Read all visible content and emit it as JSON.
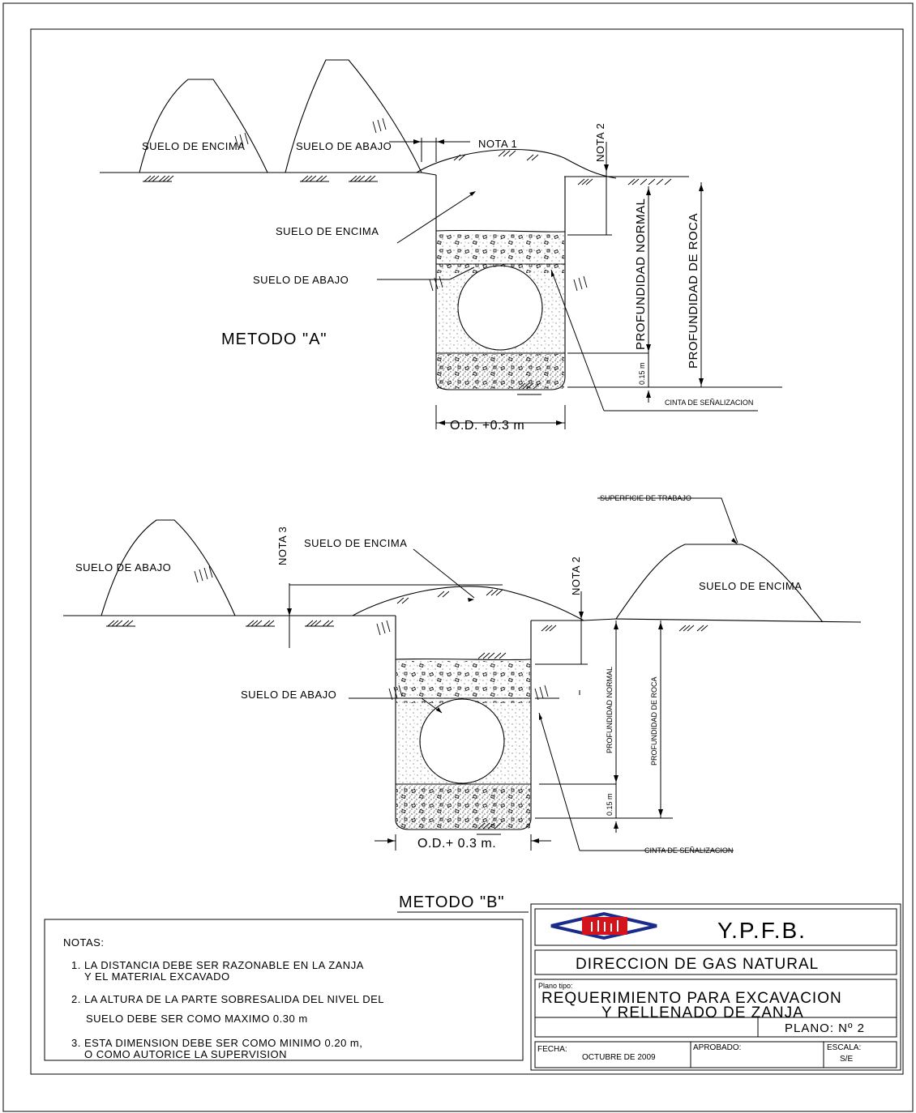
{
  "method_a": {
    "title": "METODO  \"A\"",
    "label_suelo_encima_pile": "SUELO DE ENCIMA",
    "label_suelo_abajo_pile": "SUELO DE ABAJO",
    "nota1": "NOTA 1",
    "nota2": "NOTA 2",
    "label_suelo_encima": "SUELO DE ENCIMA",
    "label_suelo_abajo": "SUELO DE ABAJO",
    "profundidad_normal": "PROFUNDIDAD NORMAL",
    "profundidad_roca": "PROFUNDIDAD DE ROCA",
    "dim_015": "0.15 m",
    "cinta": "CINTA DE SEÑALIZACION",
    "width_dim": "O.D. +0.3 m"
  },
  "method_b": {
    "title": "METODO \"B\"",
    "label_suelo_abajo_pile": "SUELO DE ABAJO",
    "nota3": "NOTA 3",
    "nota2": "NOTA 2",
    "label_suelo_encima": "SUELO DE ENCIMA",
    "superficie": "SUPERFICIE DE TRABAJO",
    "label_suelo_encima_pile": "SUELO DE ENCIMA",
    "label_suelo_abajo": "SUELO DE ABAJO",
    "profundidad_normal": "PROFUNDIDAD NORMAL",
    "profundidad_roca": "PROFUNDIDAD DE ROCA",
    "dim_015": "0.15 m",
    "cinta": "CINTA DE SEÑALIZACION",
    "width_dim": "O.D.+ 0.3 m."
  },
  "notes": {
    "heading": "NOTAS:",
    "n1_line1": "1. LA DISTANCIA DEBE SER RAZONABLE EN LA ZANJA",
    "n1_line2": "Y EL MATERIAL EXCAVADO",
    "n2_line1": "2. LA ALTURA DE LA PARTE  SOBRESALIDA DEL NIVEL DEL",
    "n2_line2": "SUELO DEBE SER COMO MAXIMO 0.30 m",
    "n3_line1": "3. ESTA DIMENSION DEBE SER COMO MINIMO 0.20 m,",
    "n3_line2": "O COMO AUTORICE LA SUPERVISION"
  },
  "title_block": {
    "company": "Y.P.F.B.",
    "department": "DIRECCION DE GAS NATURAL",
    "plan_type_label": "Plano tipo:",
    "plan_title_line1": "REQUERIMIENTO PARA EXCAVACION",
    "plan_title_line2": "Y RELLENADO DE ZANJA",
    "plan_number": "PLANO: Nº 2",
    "fecha_label": "FECHA:",
    "fecha_value": "OCTUBRE DE 2009",
    "aprobado_label": "APROBADO:",
    "escala_label": "ESCALA:",
    "escala_value": "S/E"
  },
  "colors": {
    "logo_blue": "#1a2b8c",
    "logo_red": "#d4141c"
  }
}
